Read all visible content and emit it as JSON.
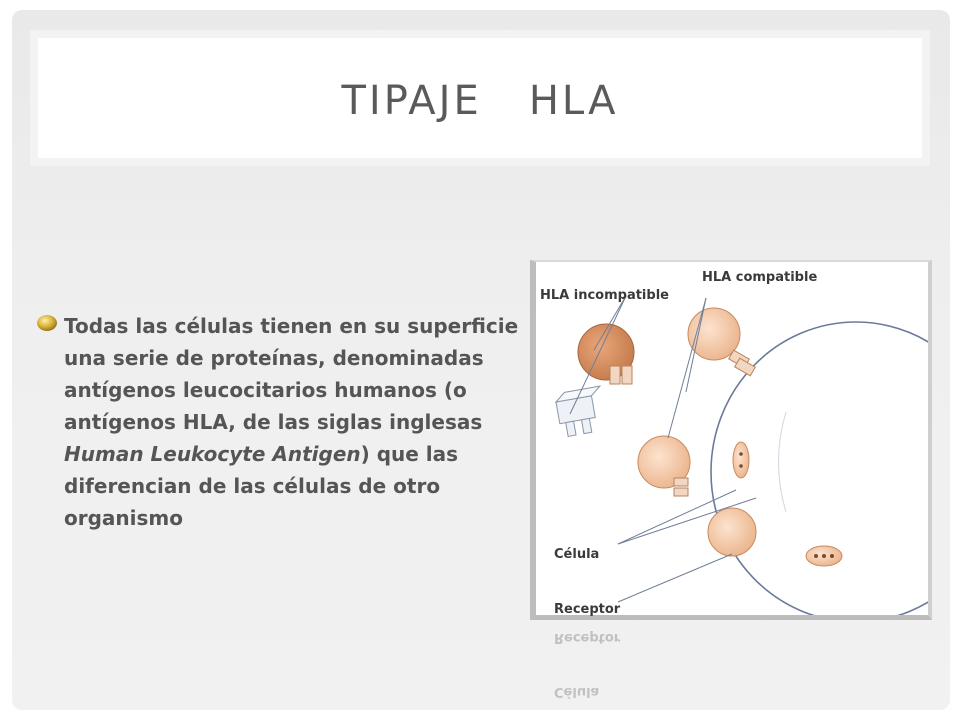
{
  "slide": {
    "title": "TIPAJE   HLA",
    "bullet": {
      "text_before": "Todas las células tienen en su superficie una serie de proteínas, denominadas antígenos leucocitarios humanos (o antígenos HLA, de las siglas inglesas ",
      "text_italic": "Human Leukocyte Antigen",
      "text_after": ") que las diferencian de las células de otro organismo"
    },
    "figure": {
      "labels": {
        "hla_compatible": "HLA compatible",
        "hla_incompatible": "HLA incompatible",
        "celula": "Célula",
        "receptor": "Receptor"
      },
      "reflection_labels": {
        "receptor": "Receptor",
        "celula": "Célula"
      }
    }
  },
  "colors": {
    "title": "#5a5a5a",
    "body_text": "#555555",
    "cell_fill": "#f4c9a8",
    "cell_outline": "#c98a5e",
    "bullet": "#c9a22c"
  }
}
